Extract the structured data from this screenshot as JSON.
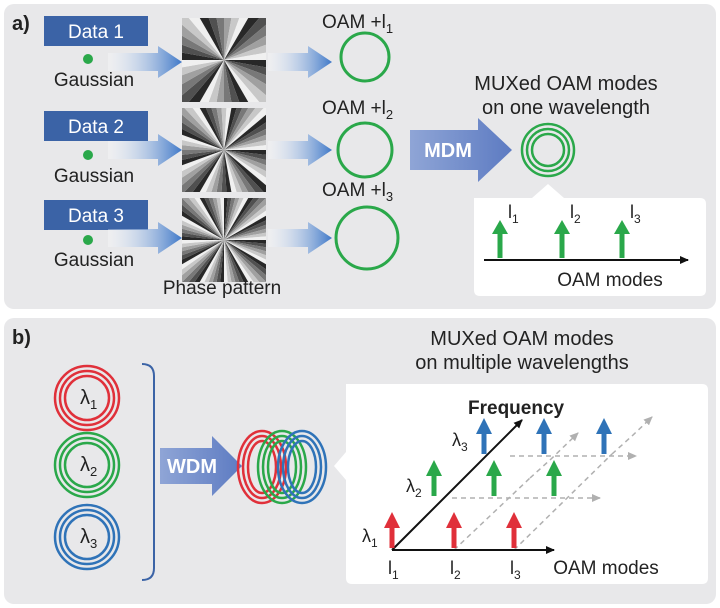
{
  "panel_a": {
    "label": "a)",
    "rows": [
      {
        "data_label": "Data 1",
        "source": "Gaussian",
        "oam": "OAM +l",
        "sub": "1"
      },
      {
        "data_label": "Data 2",
        "source": "Gaussian",
        "oam": "OAM +l",
        "sub": "2"
      },
      {
        "data_label": "Data 3",
        "source": "Gaussian",
        "oam": "OAM +l",
        "sub": "3"
      }
    ],
    "phase_caption": "Phase pattern",
    "mux_label": "MDM",
    "title_line1": "MUXed OAM modes",
    "title_line2": "on one wavelength",
    "inset": {
      "ticks": [
        "l",
        "l",
        "l"
      ],
      "subs": [
        "1",
        "2",
        "3"
      ],
      "axis_label": "OAM modes"
    }
  },
  "panel_b": {
    "label": "b)",
    "wavelengths": [
      {
        "sym": "λ",
        "sub": "1",
        "color": "#e0303a"
      },
      {
        "sym": "λ",
        "sub": "2",
        "color": "#2aa84a"
      },
      {
        "sym": "λ",
        "sub": "3",
        "color": "#2f73b8"
      }
    ],
    "mux_label": "WDM",
    "title_line1": "MUXed OAM modes",
    "title_line2": "on multiple wavelengths",
    "inset": {
      "freq_label": "Frequency",
      "axis_label": "OAM modes",
      "lambda_sym": "λ",
      "lambda_subs": [
        "1",
        "2",
        "3"
      ],
      "l_sym": "l",
      "l_subs": [
        "1",
        "2",
        "3"
      ]
    }
  },
  "colors": {
    "green": "#2aa84a",
    "red": "#e0303a",
    "blue": "#2f73b8",
    "data_box": "#3b63a6",
    "panel_bg": "#e8e8ea"
  }
}
